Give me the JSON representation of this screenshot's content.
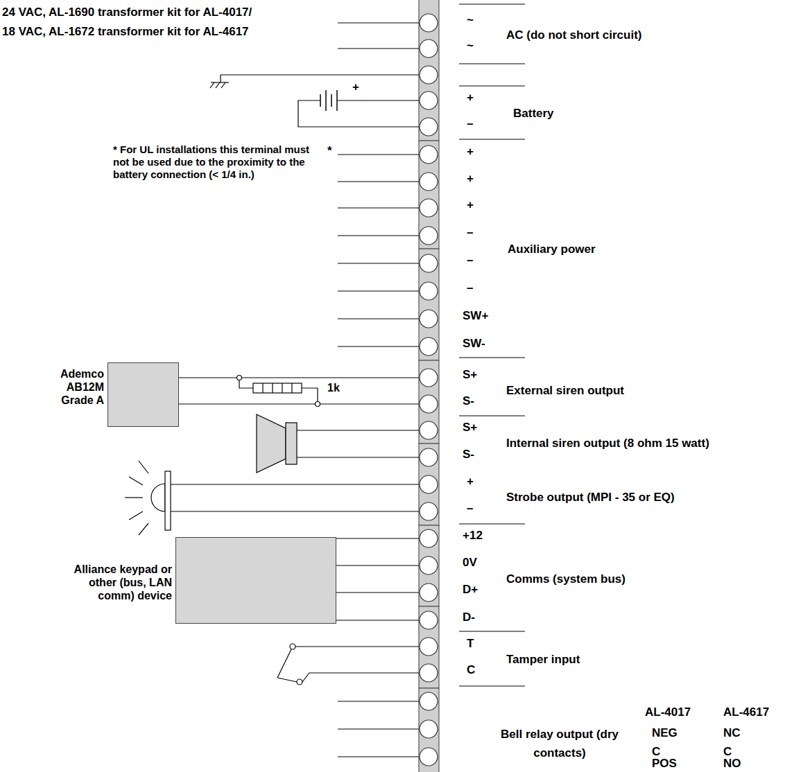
{
  "diagram": {
    "nodes": [
      {
        "text": [
          "Ademco AB12M Grade A"
        ]
      },
      {
        "text": [
          "Alliance keypad or other (bus, LAN comm) device"
        ]
      }
    ],
    "labels": [
      "24 VAC, AL-1690 transformer kit for AL-4017/",
      "18 VAC, AL-1672 transformer kit for AL-4617",
      "~",
      "~",
      "AC (do not short circuit)",
      "+",
      "+",
      "–",
      "Battery",
      "* For UL installations this terminal must not be used due to the proximity to the battery connection (< 1/4 in.)",
      "*",
      "+",
      "+",
      "+",
      "–",
      "–",
      "–",
      "SW+",
      "SW-",
      "Auxiliary power",
      "1k",
      "S+",
      "S-",
      "External siren output",
      "S+",
      "S-",
      "Internal siren output (8 ohm 15 watt)",
      "+",
      "–",
      "Strobe output (MPI - 35 or EQ)",
      "+12",
      "0V",
      "D+",
      "D-",
      "Comms (system bus)",
      "T",
      "C",
      "Tamper input",
      "Bell relay output (dry contacts)",
      "AL-4017",
      "AL-4617",
      "NEG",
      "NC",
      "C",
      "C",
      "POS",
      "NO"
    ]
  }
}
